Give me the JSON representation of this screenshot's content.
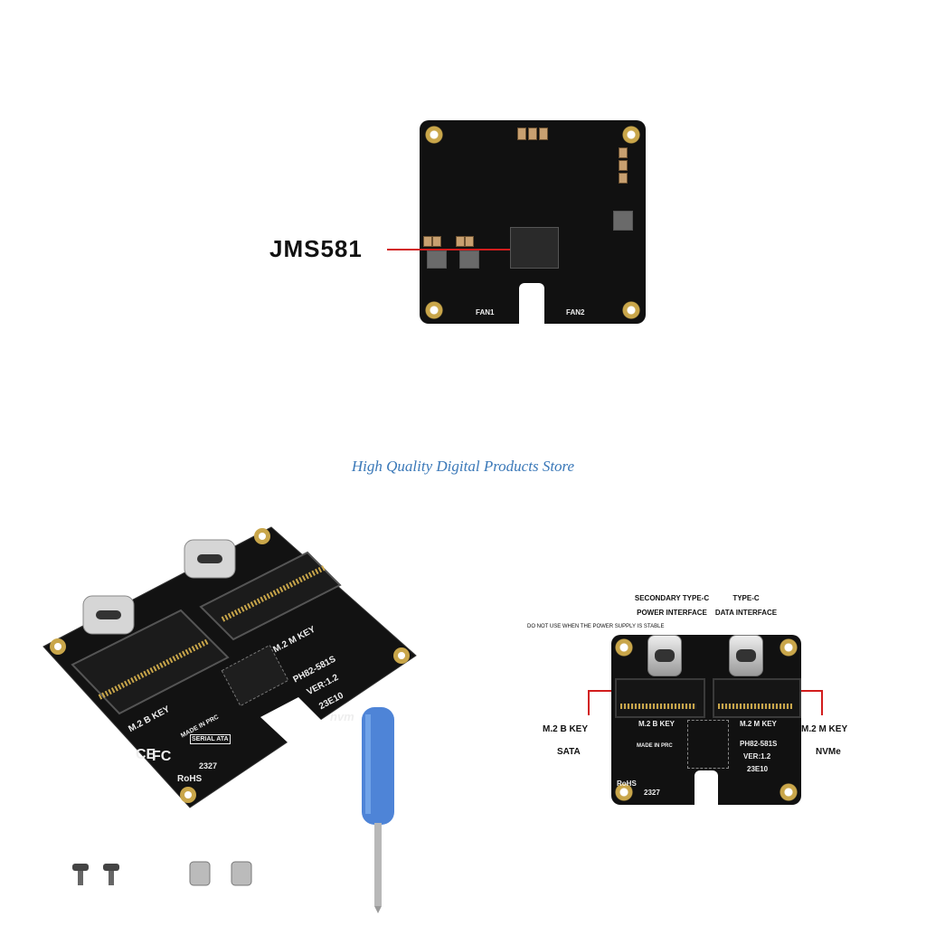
{
  "top_board": {
    "chip_callout": "JMS581",
    "silk": [
      "FAN1",
      "FAN2"
    ]
  },
  "store_name": "High Quality Digital Products Store",
  "iso_board": {
    "slot_labels": [
      "M.2 B KEY",
      "M.2 M KEY"
    ],
    "model": "PH82-581S",
    "version": "VER:1.2",
    "batch": "23E10",
    "made_in": "MADE IN PRC",
    "rohs": "RoHS",
    "date_code": "2327",
    "ce": "CE",
    "fc": "FC",
    "sata_logo": "SERIAL ATA",
    "nvme_logo": "nvm"
  },
  "front_board": {
    "secondary_typec_title": "SECONDARY TYPE-C",
    "secondary_typec_sub": "POWER INTERFACE",
    "typec_title": "TYPE-C",
    "typec_sub": "DATA INTERFACE",
    "warning": "DO NOT USE WHEN THE POWER SUPPLY IS STABLE",
    "left_key": "M.2 B KEY",
    "left_type": "SATA",
    "right_key": "M.2 M KEY",
    "right_type": "NVMe",
    "silk_left_key": "M.2 B KEY",
    "silk_right_key": "M.2 M KEY",
    "model": "PH82-581S",
    "version": "VER:1.2",
    "batch": "23E10",
    "made_in": "MADE IN PRC",
    "rohs": "RoHS",
    "date_code": "2327"
  },
  "colors": {
    "callout_red": "#d21d1d",
    "store_blue": "#3a78b8",
    "pcb_black": "#111111",
    "screwdriver_blue": "#2f6fd0"
  }
}
